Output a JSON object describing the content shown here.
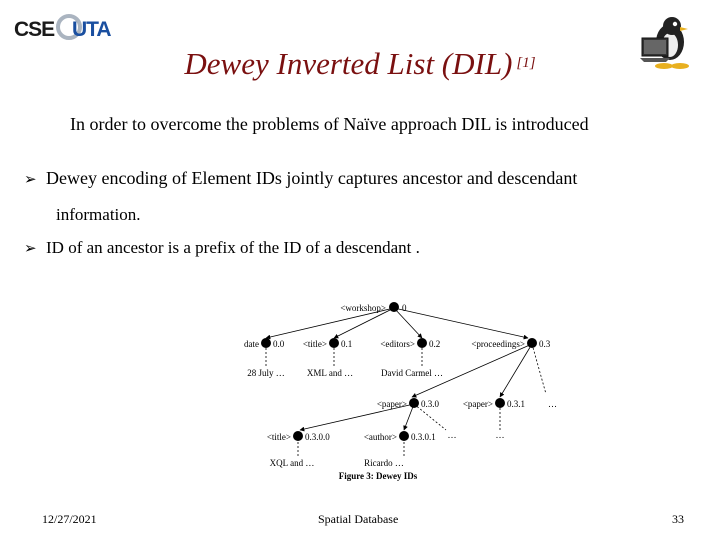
{
  "logo": {
    "part1": "CSE",
    "part2": "UTA"
  },
  "title": {
    "main": "Dewey Inverted List (DIL)",
    "ref": "[1]"
  },
  "intro": "In order to overcome the problems of Naïve approach DIL is introduced",
  "bullets": [
    {
      "line1": "Dewey encoding of Element IDs jointly captures ancestor and descendant",
      "line2": "information."
    },
    {
      "line1": "ID of an ancestor is a prefix of the ID of a descendant ."
    }
  ],
  "figure": {
    "caption": "Figure 3: Dewey IDs",
    "nodes": {
      "root": {
        "tag": "<workshop>",
        "id": "0"
      },
      "date": {
        "tag": "date",
        "id": "0.0",
        "value": "28 July …"
      },
      "title1": {
        "tag": "<title>",
        "id": "0.1",
        "value": "XML and …"
      },
      "editors": {
        "tag": "<editors>",
        "id": "0.2",
        "value": "David Carmel …"
      },
      "proceedings": {
        "tag": "<proceedings>",
        "id": "0.3"
      },
      "paper1": {
        "tag": "<paper>",
        "id": "0.3.0"
      },
      "paper2": {
        "tag": "<paper>",
        "id": "0.3.1",
        "ellipsis": "…"
      },
      "title2": {
        "tag": "<title>",
        "id": "0.3.0.0",
        "value": "XQL and …"
      },
      "author": {
        "tag": "<author>",
        "id": "0.3.0.1",
        "value": "Ricardo …"
      },
      "more1": "…",
      "more2": "…"
    }
  },
  "footer": {
    "date": "12/27/2021",
    "center": "Spatial Database",
    "page": "33"
  },
  "colors": {
    "title": "#7a1010",
    "logo_blue": "#1a4fa0"
  },
  "icons": {
    "bullet": "arrow-bullet-icon",
    "mascot": "penguin-laptop-icon"
  }
}
